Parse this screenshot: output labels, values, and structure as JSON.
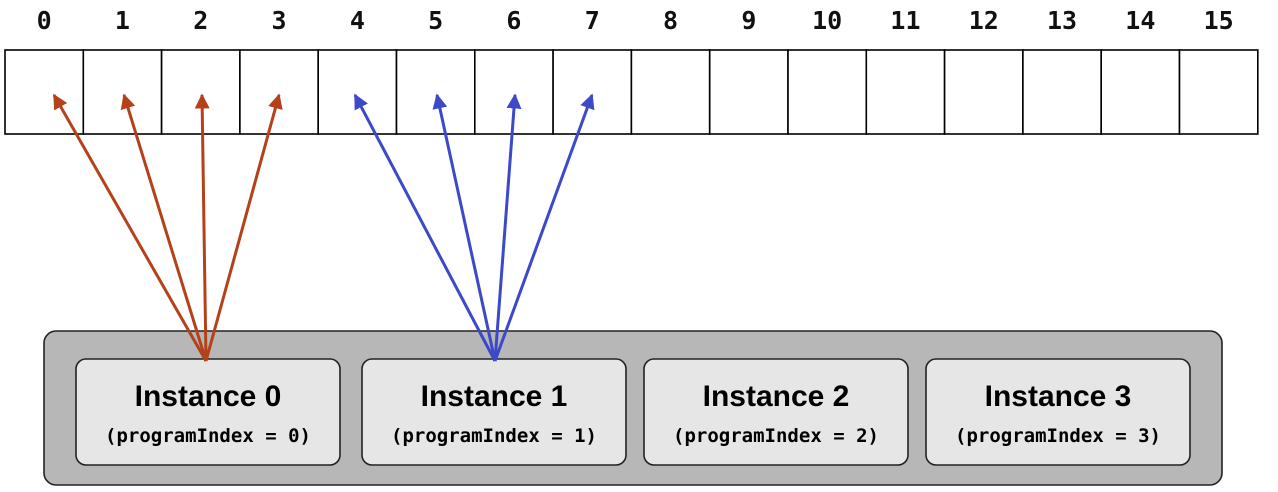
{
  "array": {
    "indices": [
      "0",
      "1",
      "2",
      "3",
      "4",
      "5",
      "6",
      "7",
      "8",
      "9",
      "10",
      "11",
      "12",
      "13",
      "14",
      "15"
    ]
  },
  "instances": [
    {
      "title": "Instance 0",
      "subtitle": "(programIndex = 0)"
    },
    {
      "title": "Instance 1",
      "subtitle": "(programIndex = 1)"
    },
    {
      "title": "Instance 2",
      "subtitle": "(programIndex = 2)"
    },
    {
      "title": "Instance 3",
      "subtitle": "(programIndex = 3)"
    }
  ],
  "mappings": [
    {
      "instance": 0,
      "targets": [
        0,
        1,
        2,
        3
      ],
      "color": "#b5411b"
    },
    {
      "instance": 1,
      "targets": [
        4,
        5,
        6,
        7
      ],
      "color": "#3c49c8"
    }
  ],
  "colors": {
    "group_fill": "#b7b7b7",
    "instance_fill": "#e6e6e6"
  }
}
